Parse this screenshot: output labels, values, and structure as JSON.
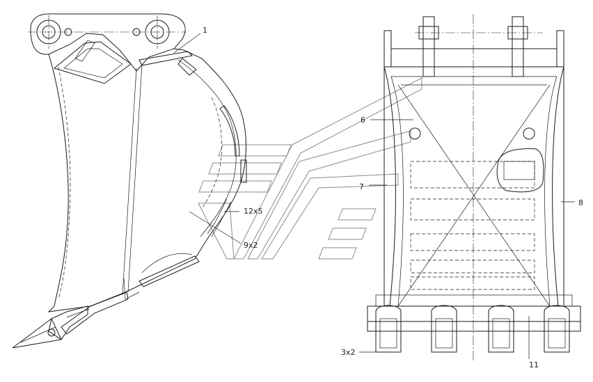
{
  "callouts": {
    "c1": "1",
    "c6": "6",
    "c7": "7",
    "c8": "8",
    "c11": "11",
    "c3x2": "3x2",
    "c12x5": "12x5",
    "c9x2": "9x2"
  },
  "colors": {
    "line": "#1a1a1a",
    "watermark": "#8a8a8a",
    "background": "#ffffff"
  }
}
